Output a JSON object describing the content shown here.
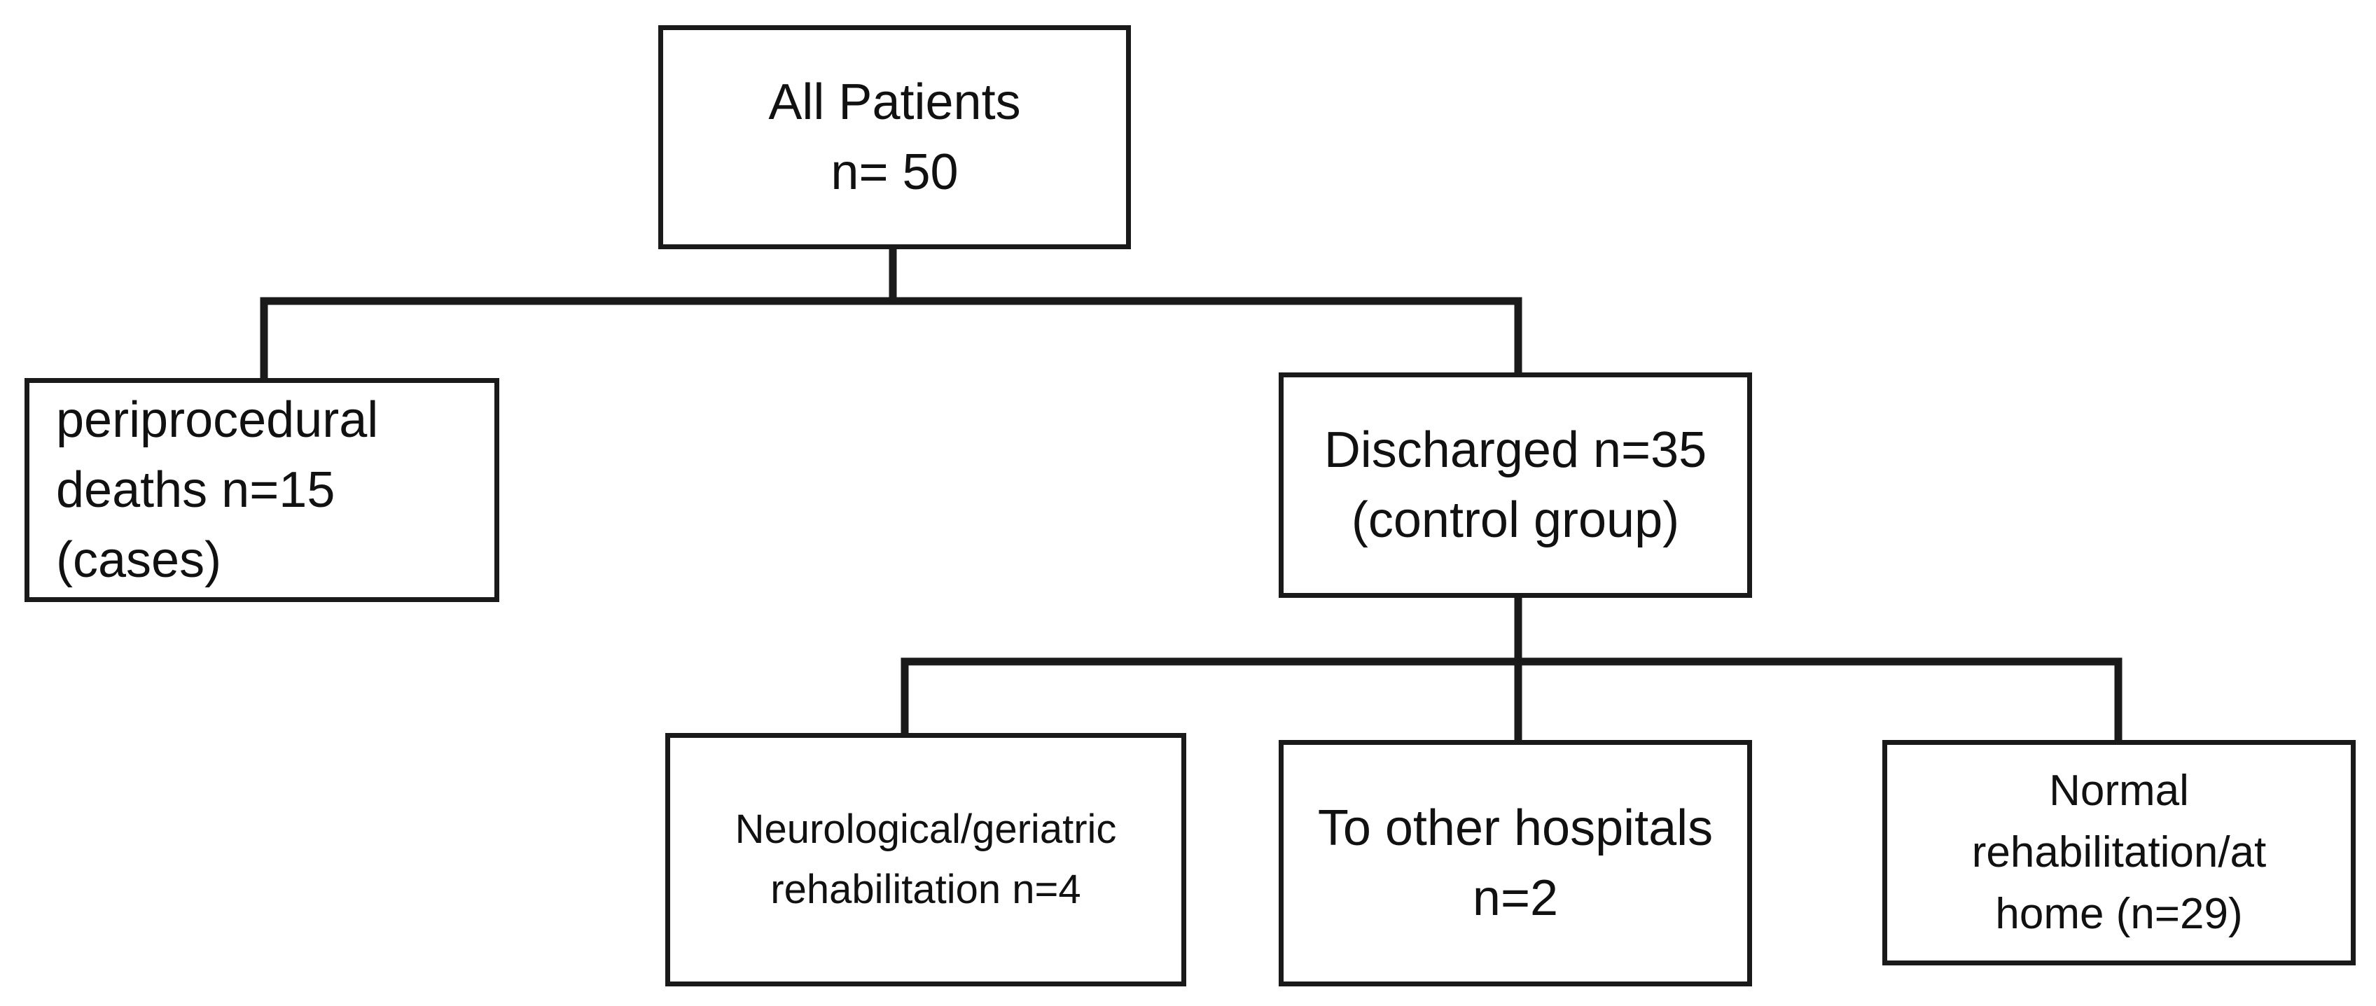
{
  "diagram": {
    "line_color": "#1a1a1a",
    "nodes": {
      "all_patients": {
        "lines": [
          "All Patients",
          "n= 50"
        ]
      },
      "periprocedural_deaths": {
        "lines": [
          "periprocedural",
          "deaths n=15",
          "(cases)"
        ]
      },
      "discharged": {
        "lines": [
          "Discharged n=35",
          "(control group)"
        ]
      },
      "neuro_geriatric": {
        "lines": [
          "Neurological/geriatric",
          "rehabilitation n=4"
        ]
      },
      "other_hospitals": {
        "lines": [
          "To other hospitals",
          "n=2"
        ]
      },
      "normal_rehab": {
        "lines": [
          "Normal",
          "rehabilitation/at",
          "home (n=29)"
        ]
      }
    }
  }
}
